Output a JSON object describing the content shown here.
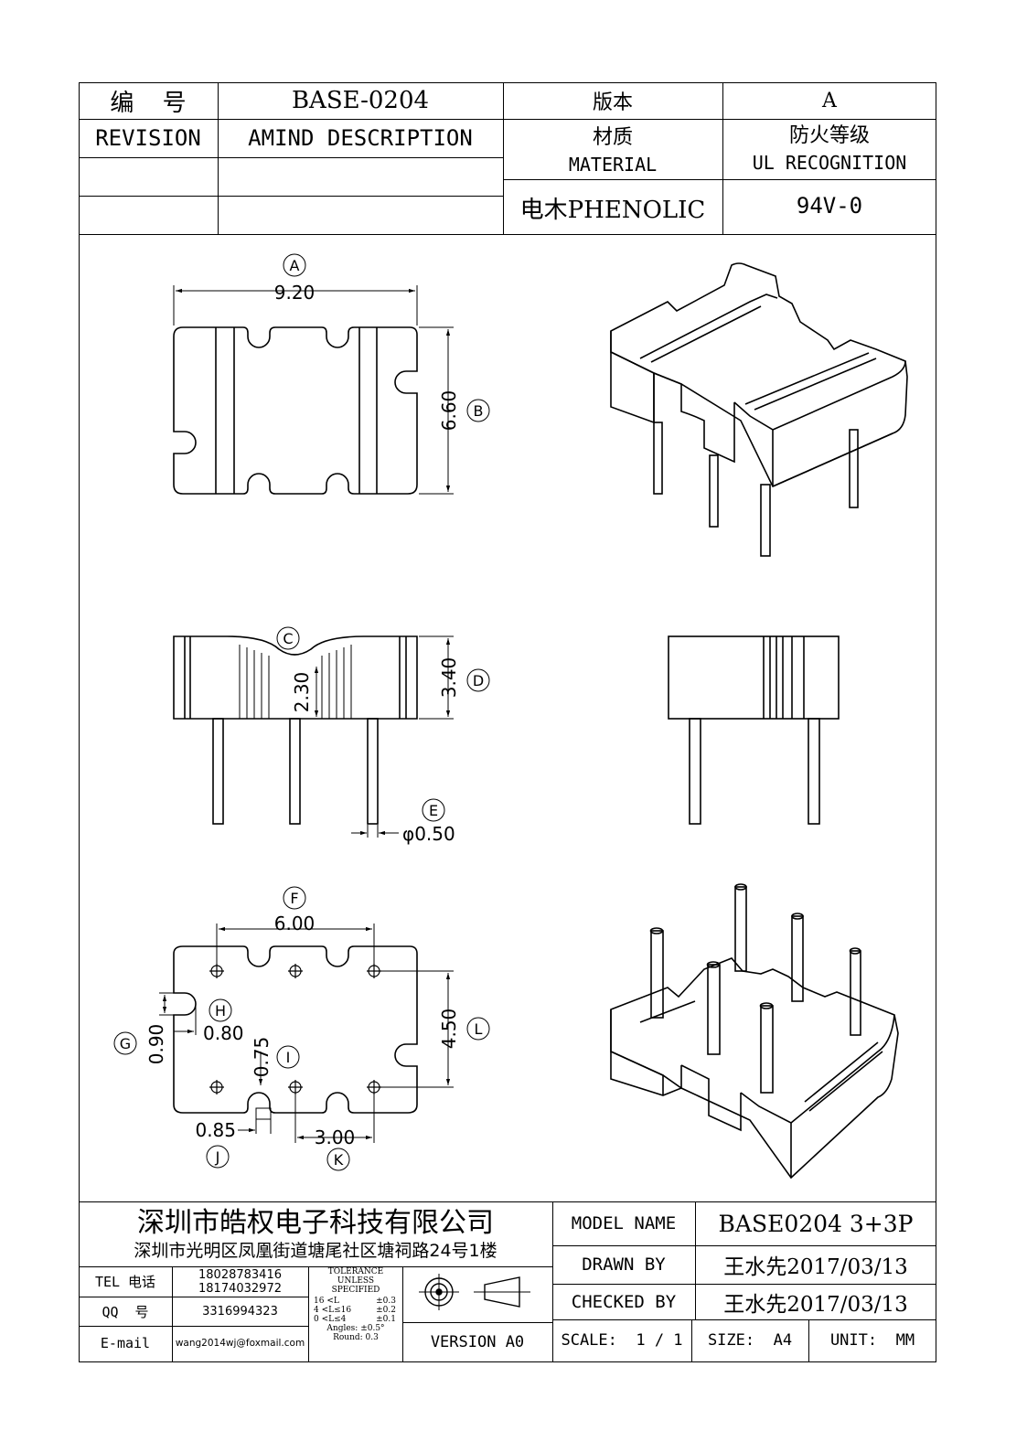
{
  "header": {
    "number_label": "编  号",
    "number_value": "BASE-0204",
    "version_label": "版本",
    "version_value": "A",
    "revision_label": "REVISION",
    "amind_label": "AMIND DESCRIPTION",
    "material_label_cn": "材质",
    "material_label_en": "MATERIAL",
    "ul_label_cn": "防火等级",
    "ul_label_en": "UL RECOGNITION",
    "material_value": "电木PHENOLIC",
    "ul_value": "94V-0"
  },
  "drawing": {
    "dims": {
      "A": "9.20",
      "B": "6.60",
      "C": "2.30",
      "D": "3.40",
      "E": "φ0.50",
      "F": "6.00",
      "G": "0.90",
      "H": "0.80",
      "I": "0.75",
      "J": "0.85",
      "K": "3.00",
      "L": "4.50"
    },
    "letters": [
      "A",
      "B",
      "C",
      "D",
      "E",
      "F",
      "G",
      "H",
      "I",
      "J",
      "K",
      "L"
    ]
  },
  "title_block": {
    "company": "深圳市皓权电子科技有限公司",
    "address": "深圳市光明区凤凰街道塘尾社区塘祠路24号1楼",
    "tel_label": "TEL 电话",
    "tel_values": [
      "18028783416",
      "18174032972"
    ],
    "qq_label": "QQ  号",
    "qq_value": "3316994323",
    "email_label": "E-mail",
    "email_value": "wang2014wj@foxmail.com",
    "tolerance": {
      "head": [
        "TOLERANCE",
        "UNLESS",
        "SPECIFIED"
      ],
      "rows": [
        [
          "16 <L",
          "±0.3"
        ],
        [
          "4 <L≤16",
          "±0.2"
        ],
        [
          "0 <L≤4",
          "±0.1"
        ]
      ],
      "angles": "Angles: ±0.5°",
      "round": "Round: 0.3"
    },
    "version": "VERSION A0",
    "model_label": "MODEL NAME",
    "model_value": "BASE0204 3+3P",
    "drawn_label": "DRAWN BY",
    "drawn_value": "王水先2017/03/13",
    "checked_label": "CHECKED BY",
    "checked_value": "王水先2017/03/13",
    "scale": "SCALE:  1 / 1",
    "size": "SIZE:  A4",
    "unit": "UNIT:  MM"
  }
}
